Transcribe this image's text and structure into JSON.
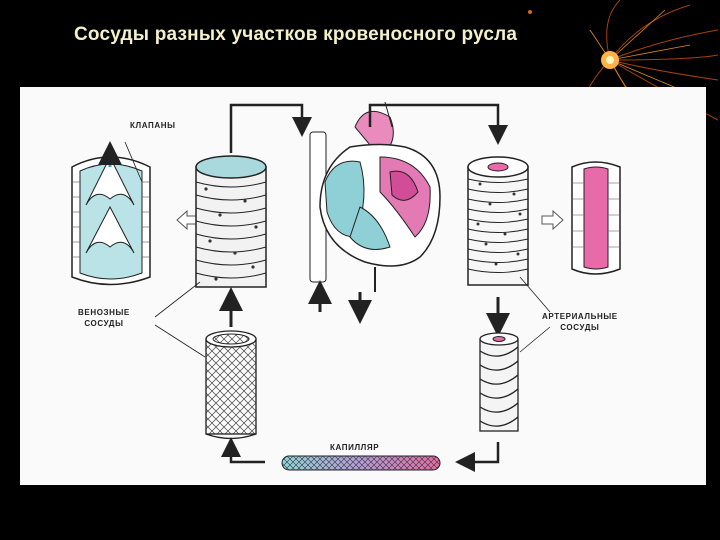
{
  "slide": {
    "title": "Сосуды разных участков кровеносного русла"
  },
  "diagram": {
    "labels": {
      "valves": "КЛАПАНЫ",
      "venous_line1": "ВЕНОЗНЫЕ",
      "venous_line2": "СОСУДЫ",
      "arterial_line1": "АРТЕРИАЛЬНЫЕ",
      "arterial_line2": "СОСУДЫ",
      "capillary": "КАПИЛЛЯР"
    },
    "colors": {
      "venous": "#a9d9dc",
      "arterial": "#e86aa9",
      "outline": "#2a2a2a",
      "background": "#fafafa"
    },
    "icons": [
      "heart-icon",
      "vein-segment-icon",
      "artery-segment-icon",
      "capillary-icon",
      "arrow-icon"
    ]
  }
}
